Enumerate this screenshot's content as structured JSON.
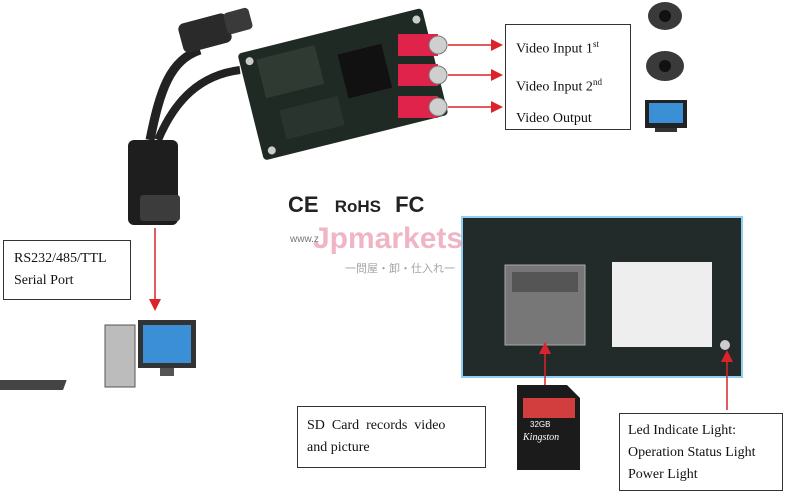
{
  "video": {
    "input1": {
      "text": "Video Input 1",
      "sup": "st"
    },
    "input2": {
      "text": "Video Input 2",
      "sup": "nd"
    },
    "output": {
      "text": "Video Output"
    }
  },
  "serial": {
    "line1": "RS232/485/TTL",
    "line2": "Serial Port"
  },
  "sd": {
    "line1": "SD  Card  records  video",
    "line2": "and picture"
  },
  "led": {
    "line1": "Led Indicate Light:",
    "line2": "Operation Status Light",
    "line3": "Power Light"
  },
  "certs": {
    "ce": "CE",
    "rohs": "RoHS",
    "fc": "FC"
  },
  "sdcard": {
    "capacity": "32GB",
    "brand": "Kingston"
  },
  "watermark": {
    "brand": "Jpmarkets",
    "tagline": "一問屋・卸・仕入れ一",
    "url": "www.z"
  },
  "colors": {
    "arrow": "#d9242b",
    "board": "#1f2a24",
    "connector": "#e0234a"
  }
}
